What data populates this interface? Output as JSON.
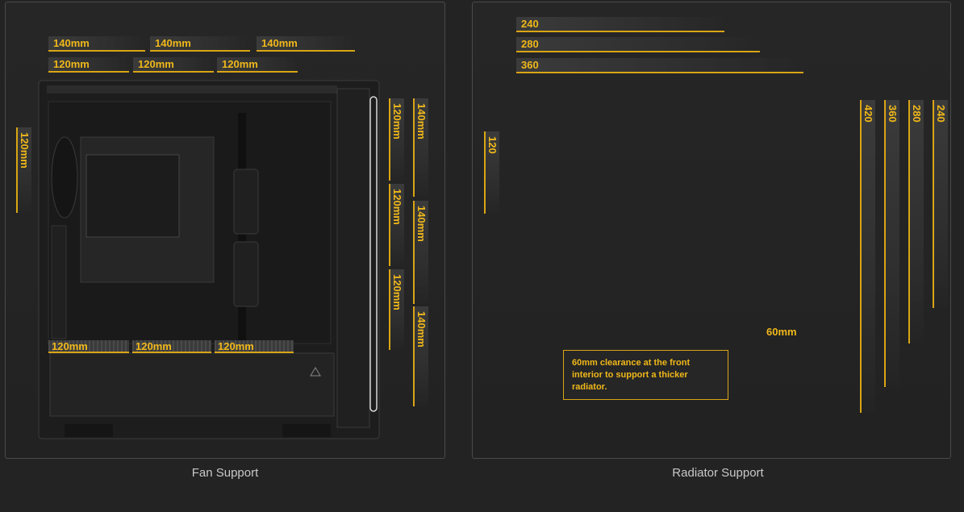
{
  "fan_panel": {
    "caption": "Fan Support",
    "top_row_1": [
      "140mm",
      "140mm",
      "140mm"
    ],
    "top_row_2": [
      "120mm",
      "120mm",
      "120mm"
    ],
    "rear_label": "120mm",
    "front_col_1": [
      "120mm",
      "120mm",
      "120mm"
    ],
    "front_col_2": [
      "140mm",
      "140mm",
      "140mm"
    ],
    "bottom": [
      "120mm",
      "120mm",
      "120mm"
    ]
  },
  "radiator_panel": {
    "caption": "Radiator Support",
    "top": [
      "240",
      "280",
      "360"
    ],
    "rear_label": "120",
    "front": [
      "420",
      "360",
      "280",
      "240"
    ],
    "clearance_label": "60mm",
    "callout": "60mm clearance at the front interior to support a thicker radiator."
  },
  "colors": {
    "accent": "#d9a514",
    "background": "#232323",
    "case": "#1c1c1c"
  }
}
